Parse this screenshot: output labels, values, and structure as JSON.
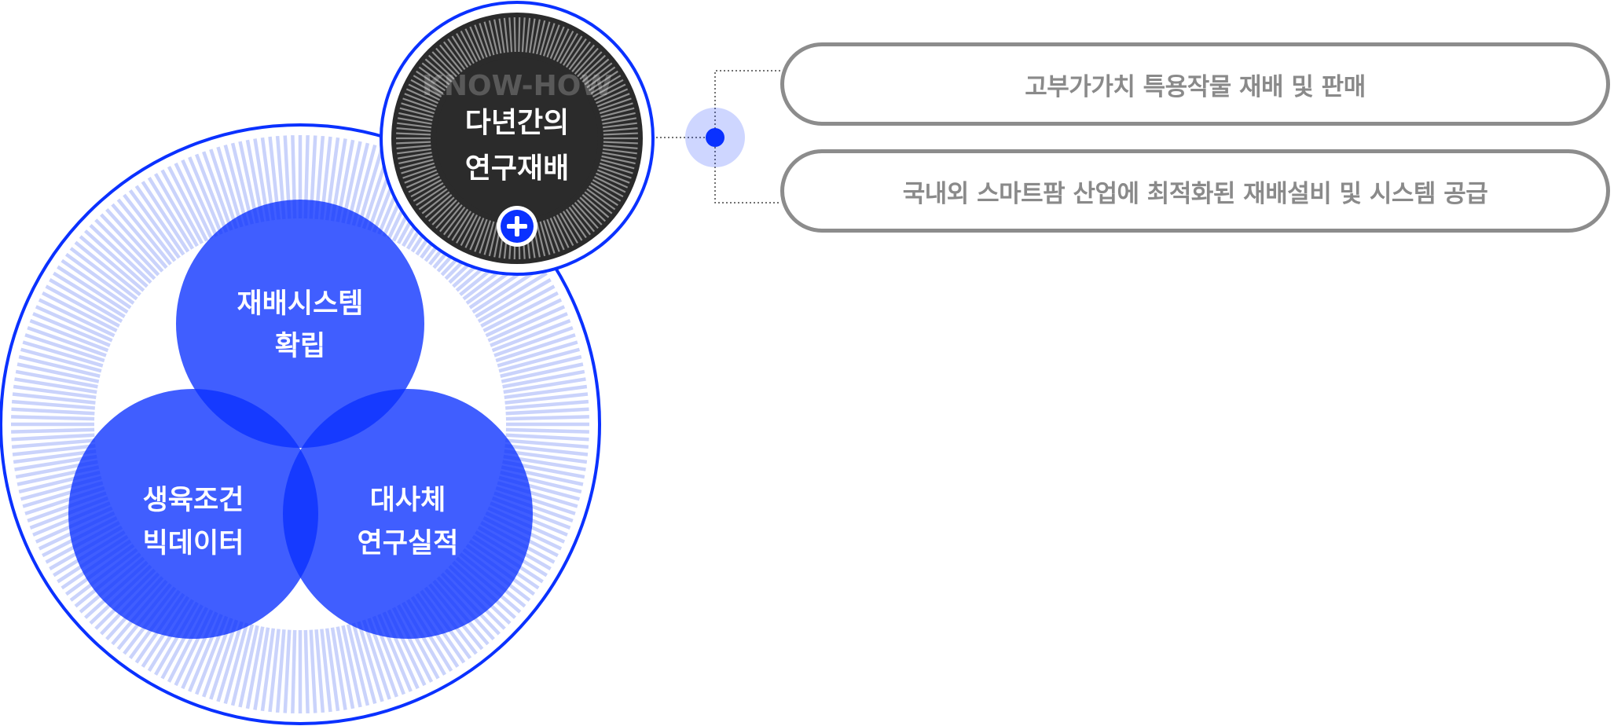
{
  "main_circle": {
    "circles": [
      {
        "line1": "재배시스템",
        "line2": "확립"
      },
      {
        "line1": "생육조건",
        "line2": "빅데이터"
      },
      {
        "line1": "대사체",
        "line2": "연구실적"
      }
    ]
  },
  "knowhow": {
    "watermark": "KNOW-HOW",
    "line1": "다년간의",
    "line2": "연구재배"
  },
  "features": [
    "고부가가치 특용작물 재배 및 판매",
    "국내외 스마트팜 산업에 최적화된 재배설비 및 시스템 공급"
  ],
  "colors": {
    "primary": "#0a31ff",
    "dark": "#2b2b2b",
    "tick": "#cad3fb",
    "pill_border": "#8c8c8c",
    "pill_text": "#8a8a8a"
  },
  "icons": {
    "plus": "plus-icon",
    "connector": "connector-dot-icon"
  }
}
